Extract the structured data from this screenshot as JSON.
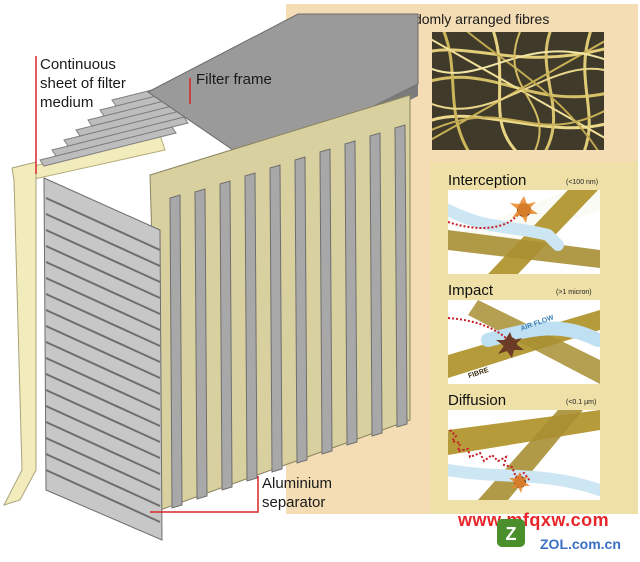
{
  "labels": {
    "filter_medium": [
      "Continuous",
      "sheet of filter",
      "medium"
    ],
    "filter_frame": "Filter frame",
    "separator": [
      "Aluminium",
      "separator"
    ]
  },
  "fibre_panel": {
    "title": "Filter sheet of randomly arranged fibres"
  },
  "mechanisms": [
    {
      "name": "Interception",
      "note": "(<100 nm)"
    },
    {
      "name": "Impact",
      "note": "(>1 micron)",
      "air_flow": "AIR FLOW",
      "fibre": "FIBRE"
    },
    {
      "name": "Diffusion",
      "note": "(<0.1 µm)"
    }
  ],
  "watermark": {
    "url": "www.mfqxw.com",
    "site": "ZOL.com.cn"
  },
  "colors": {
    "panel_bg": "#f4ddb4",
    "mechanism_bg": "#f0e2a8",
    "fibre": "#b59b3a",
    "frame_grey": "#9a9a9a",
    "medium_cream": "#f2ecbd",
    "leader_line": "#d7252a",
    "watermark_red": "#e8262a",
    "watermark_blue": "#3a6fc6"
  }
}
